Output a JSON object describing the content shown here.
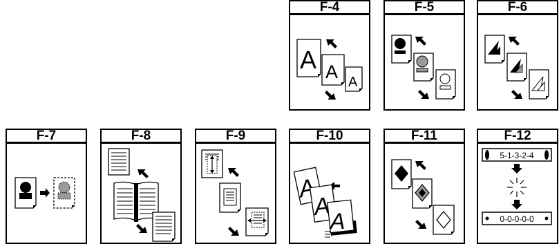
{
  "panels": {
    "f4": {
      "title": "F-4",
      "glyph": "A"
    },
    "f5": {
      "title": "F-5"
    },
    "f6": {
      "title": "F-6"
    },
    "f7": {
      "title": "F-7"
    },
    "f8": {
      "title": "F-8"
    },
    "f9": {
      "title": "F-9"
    },
    "f10": {
      "title": "F-10",
      "glyph": "A"
    },
    "f11": {
      "title": "F-11"
    },
    "f12": {
      "title": "F-12",
      "sequence_in": "5-1-3-2-4",
      "sequence_out": "0-0-0-0-0"
    }
  },
  "colors": {
    "ink": "#000000",
    "paper": "#ffffff",
    "halftone": "#9a9a9a"
  }
}
